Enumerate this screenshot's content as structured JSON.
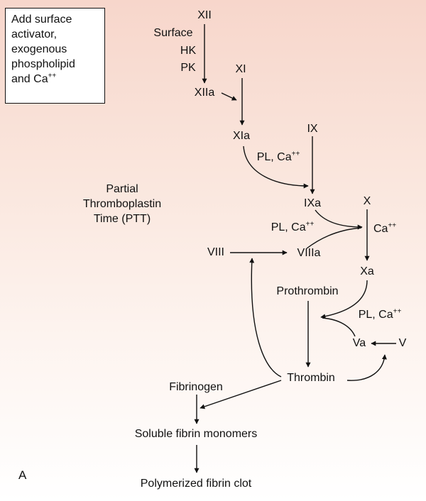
{
  "box": {
    "lines": [
      "Add surface",
      "activator,",
      "exogenous",
      "phospholipid"
    ],
    "last_prefix": "and Ca",
    "last_sup": "++"
  },
  "ptt": {
    "lines": [
      "Partial",
      "Thromboplastin",
      "Time (PTT)"
    ]
  },
  "panel_label": "A",
  "nodes": {
    "xii": "XII",
    "surface": "Surface",
    "hk": "HK",
    "pk": "PK",
    "xi": "XI",
    "xiia": "XIIa",
    "xia": "XIa",
    "ix": "IX",
    "pl1": {
      "text": "PL, Ca",
      "sup": "++"
    },
    "ixa": "IXa",
    "x": "X",
    "pl2": {
      "text": "PL, Ca",
      "sup": "++"
    },
    "ca1": {
      "text": "Ca",
      "sup": "++"
    },
    "viii": "VIII",
    "viiia": "VIIIa",
    "xa": "Xa",
    "prothrombin": "Prothrombin",
    "pl3": {
      "text": "PL, Ca",
      "sup": "++"
    },
    "va": "Va",
    "v": "V",
    "thrombin": "Thrombin",
    "fibrinogen": "Fibrinogen",
    "soluble": "Soluble fibrin monomers",
    "polymerized": "Polymerized fibrin clot"
  }
}
